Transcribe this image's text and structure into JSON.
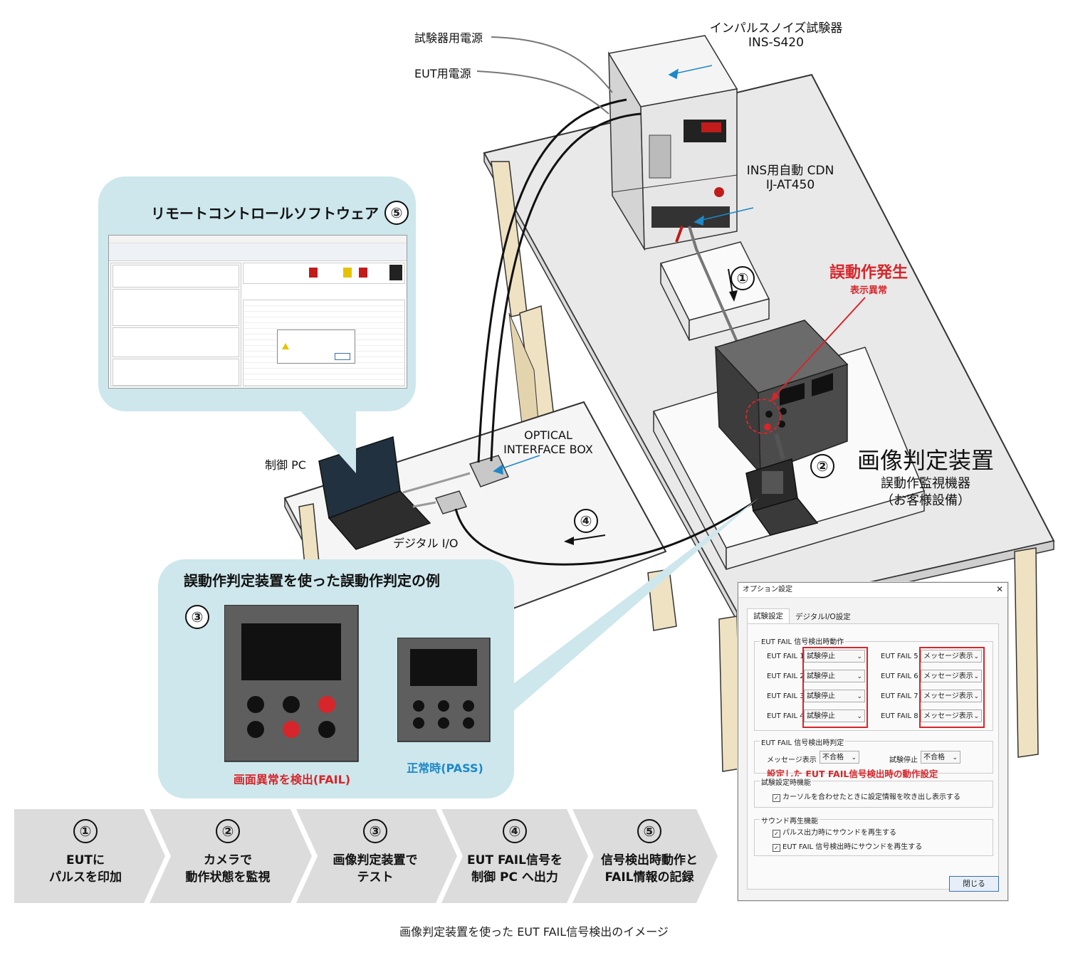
{
  "instruments": {
    "tester_name": "インパルスノイズ試験器",
    "tester_model": "INS-S420",
    "tester_power": "試験器用電源",
    "eut_power": "EUT用電源",
    "cdn_name": "INS用自動 CDN",
    "cdn_model": "IJ-AT450",
    "fault_title": "誤動作発生",
    "fault_sub": "表示異常",
    "optical_box": "OPTICAL\nINTERFACE BOX",
    "control_pc": "制御 PC",
    "digital_io": "デジタル I/O",
    "judge_title": "画像判定装置",
    "judge_sub1": "誤動作監視機器",
    "judge_sub2": "（お客様設備）"
  },
  "markers": [
    "①",
    "②",
    "③",
    "④",
    "⑤"
  ],
  "software_bubble": {
    "title": "リモートコントロールソフトウェア",
    "num": "⑤"
  },
  "example_bubble": {
    "title": "誤動作判定装置を使った誤動作判定の例",
    "num": "③",
    "fail_label": "画面異常を検出(FAIL)",
    "pass_label": "正常時(PASS)"
  },
  "option_dialog": {
    "title": "オプション設定",
    "close": "✕",
    "tabs": [
      "試験設定",
      "デジタルI/O設定"
    ],
    "group1": "EUT FAIL 信号検出時動作",
    "left_rows": [
      {
        "label": "EUT FAIL 1",
        "value": "試験停止"
      },
      {
        "label": "EUT FAIL 2",
        "value": "試験停止"
      },
      {
        "label": "EUT FAIL 3",
        "value": "試験停止"
      },
      {
        "label": "EUT FAIL 4",
        "value": "試験停止"
      }
    ],
    "right_rows": [
      {
        "label": "EUT FAIL 5",
        "value": "メッセージ表示"
      },
      {
        "label": "EUT FAIL 6",
        "value": "メッセージ表示"
      },
      {
        "label": "EUT FAIL 7",
        "value": "メッセージ表示"
      },
      {
        "label": "EUT FAIL 8",
        "value": "メッセージ表示"
      }
    ],
    "group2": "EUT FAIL 信号検出時判定",
    "msg_label": "メッセージ表示",
    "msg_value": "不合格",
    "stop_label": "試験停止",
    "stop_value": "不合格",
    "annotation": "設定した EUT FAIL信号検出時の動作設定",
    "group3": "試験設定時機能",
    "check1": "カーソルを合わせたときに設定情報を吹き出し表示する",
    "group4": "サウンド再生機能",
    "check2": "パルス出力時にサウンドを再生する",
    "check3": "EUT FAIL 信号検出時にサウンドを再生する",
    "close_button": "閉じる"
  },
  "steps": [
    {
      "num": "①",
      "line1": "EUTに",
      "line2": "パルスを印加"
    },
    {
      "num": "②",
      "line1": "カメラで",
      "line2": "動作状態を監視"
    },
    {
      "num": "③",
      "line1": "画像判定装置で",
      "line2": "テスト"
    },
    {
      "num": "④",
      "line1": "EUT FAIL信号を",
      "line2": "制御 PC へ出力"
    },
    {
      "num": "⑤",
      "line1": "信号検出時動作と",
      "line2": "FAIL情報の記録"
    }
  ],
  "caption": "画像判定装置を使った EUT FAIL信号検出のイメージ",
  "colors": {
    "accent_red": "#d6262b",
    "accent_blue": "#1e88c8",
    "bubble": "#cde7ec",
    "chevron": "#dcdcdc"
  }
}
